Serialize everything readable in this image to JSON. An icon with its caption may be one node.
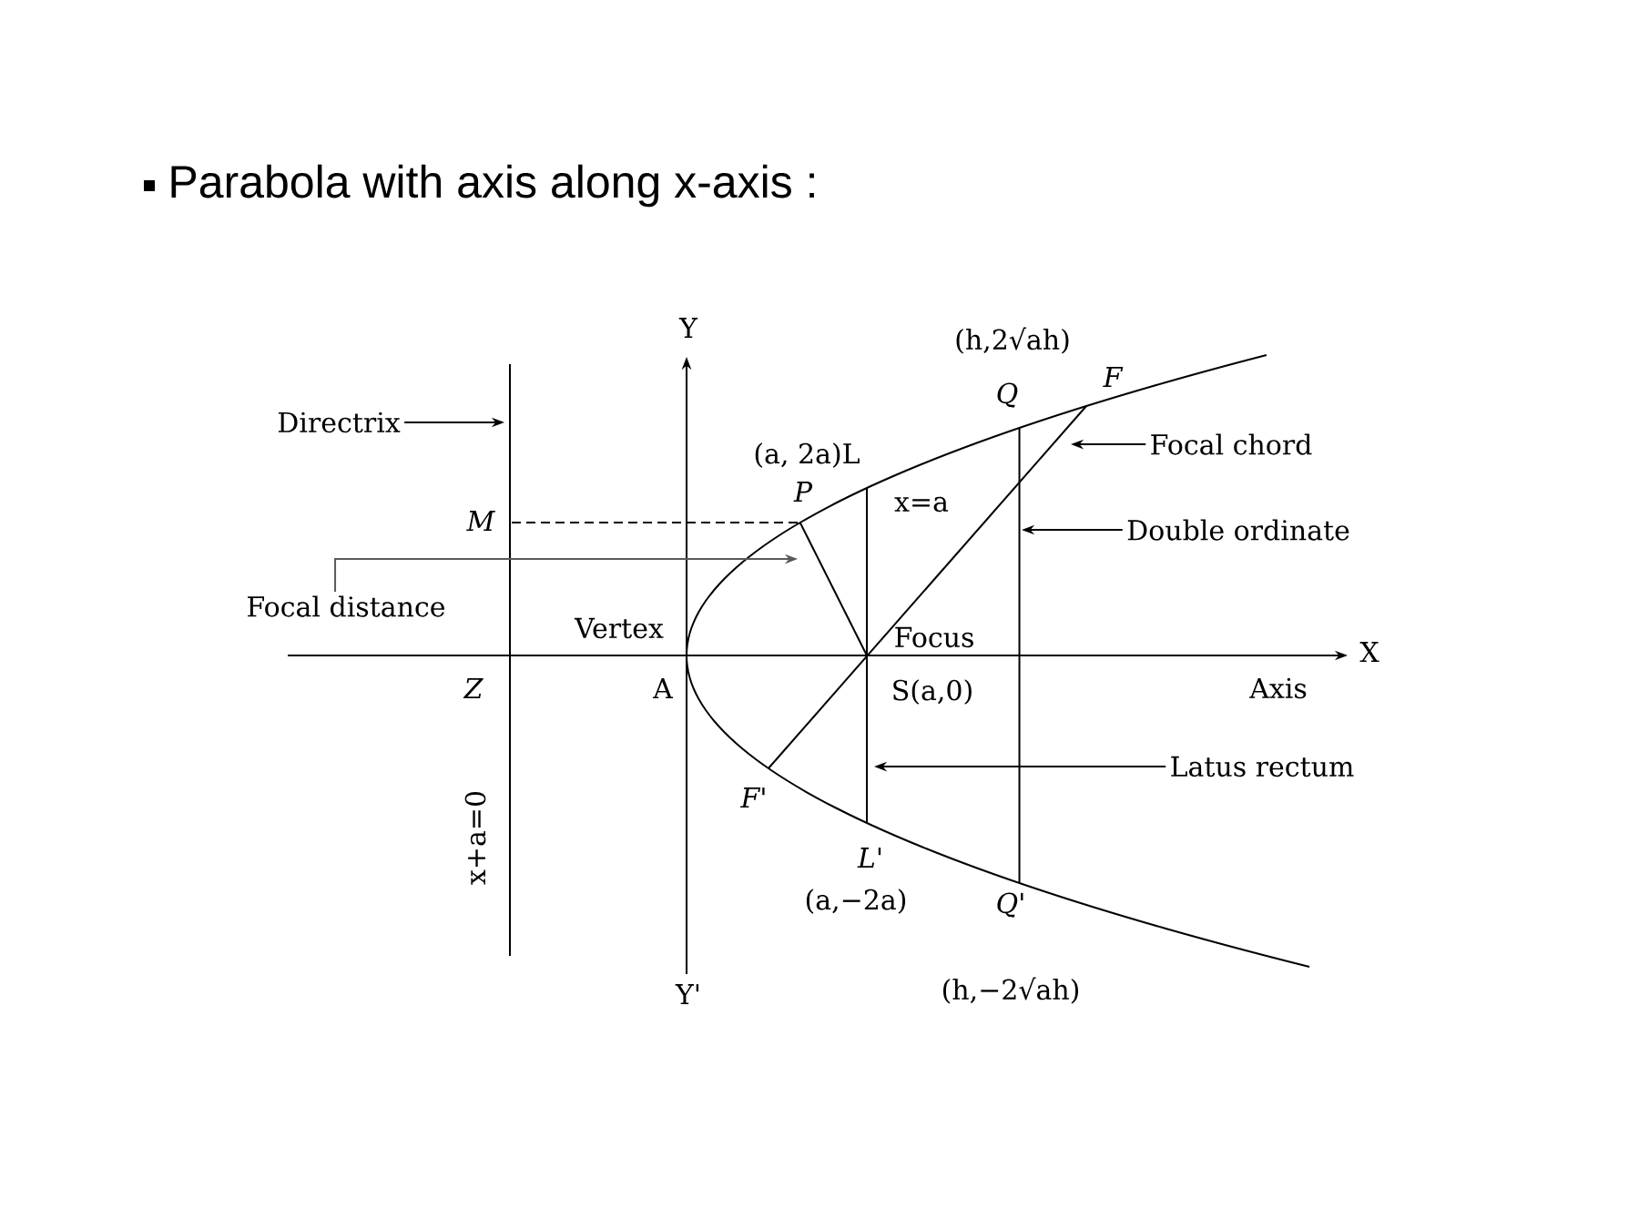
{
  "diagram": {
    "title": "Parabola with axis along x-axis :",
    "nodes": [
      {
        "text": [
          "Directrix"
        ]
      },
      {
        "text": [
          "Focal chord"
        ]
      },
      {
        "text": [
          "Double ordinate"
        ]
      },
      {
        "text": [
          "Focal distance"
        ]
      },
      {
        "text": [
          "Latus rectum"
        ]
      }
    ],
    "edges": [
      {
        "from": 0,
        "to": null,
        "arrow": "to"
      },
      {
        "from": 1,
        "to": null,
        "arrow": "to"
      },
      {
        "from": 2,
        "to": null,
        "arrow": "to"
      },
      {
        "from": 3,
        "to": null,
        "arrow": "to"
      },
      {
        "from": 4,
        "to": null,
        "arrow": "to"
      }
    ],
    "labels": [
      "Y",
      "(h,2√ah)",
      "Q",
      "F",
      "(a, 2a)L",
      "M",
      "P",
      "x=a",
      "Vertex",
      "Focus",
      "X",
      "Z",
      "A",
      "S(a,0)",
      "Axis",
      "F'",
      "x+a=0",
      "L'",
      "(a,−2a)",
      "Q'",
      "Y'",
      "(h,−2√ah)"
    ]
  }
}
